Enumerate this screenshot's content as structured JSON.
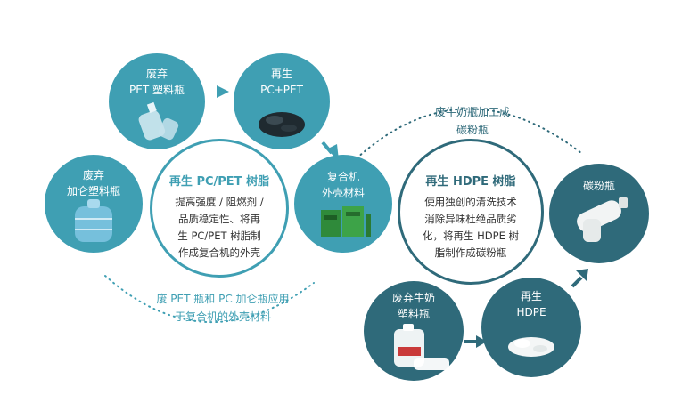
{
  "left_cycle": {
    "hub": {
      "title": "再生 PC/PET 树脂",
      "body": [
        "提高强度 / 阻燃剂 /",
        "品质稳定性、将再",
        "生 PC/PET 树脂制",
        "作成复合机的外壳"
      ]
    },
    "nodes": {
      "waste_pet": [
        "废弃",
        "PET 塑料瓶"
      ],
      "recycled_pc_pet": [
        "再生",
        "PC+PET"
      ],
      "composite_case": [
        "复合机",
        "外壳材料"
      ],
      "waste_pc_jug": [
        "废弃",
        "加仑塑料瓶"
      ]
    },
    "caption": [
      "废 PET 瓶和 PC 加仑瓶应用",
      "于复合机的外壳材料"
    ]
  },
  "right_cycle": {
    "hub": {
      "title": "再生 HDPE 树脂",
      "body": [
        "使用独创的清洗技术",
        "消除异味杜绝品质劣",
        "化，将再生 HDPE 树",
        "脂制作成碳粉瓶"
      ]
    },
    "nodes": {
      "waste_milk": [
        "废弃牛奶",
        "塑料瓶"
      ],
      "recycled_hdpe": [
        "再生",
        "HDPE"
      ],
      "toner_bottle": [
        "碳粉瓶"
      ]
    },
    "caption": [
      "废牛奶瓶加工成",
      "碳粉瓶"
    ]
  },
  "colors": {
    "teal": "#3f9fb3",
    "dark_teal": "#2f6a7a",
    "left_caption": "#3f9fb3",
    "right_caption": "#2f6a7a",
    "left_title": "#3f9fb3",
    "right_title": "#2f6a7a"
  }
}
